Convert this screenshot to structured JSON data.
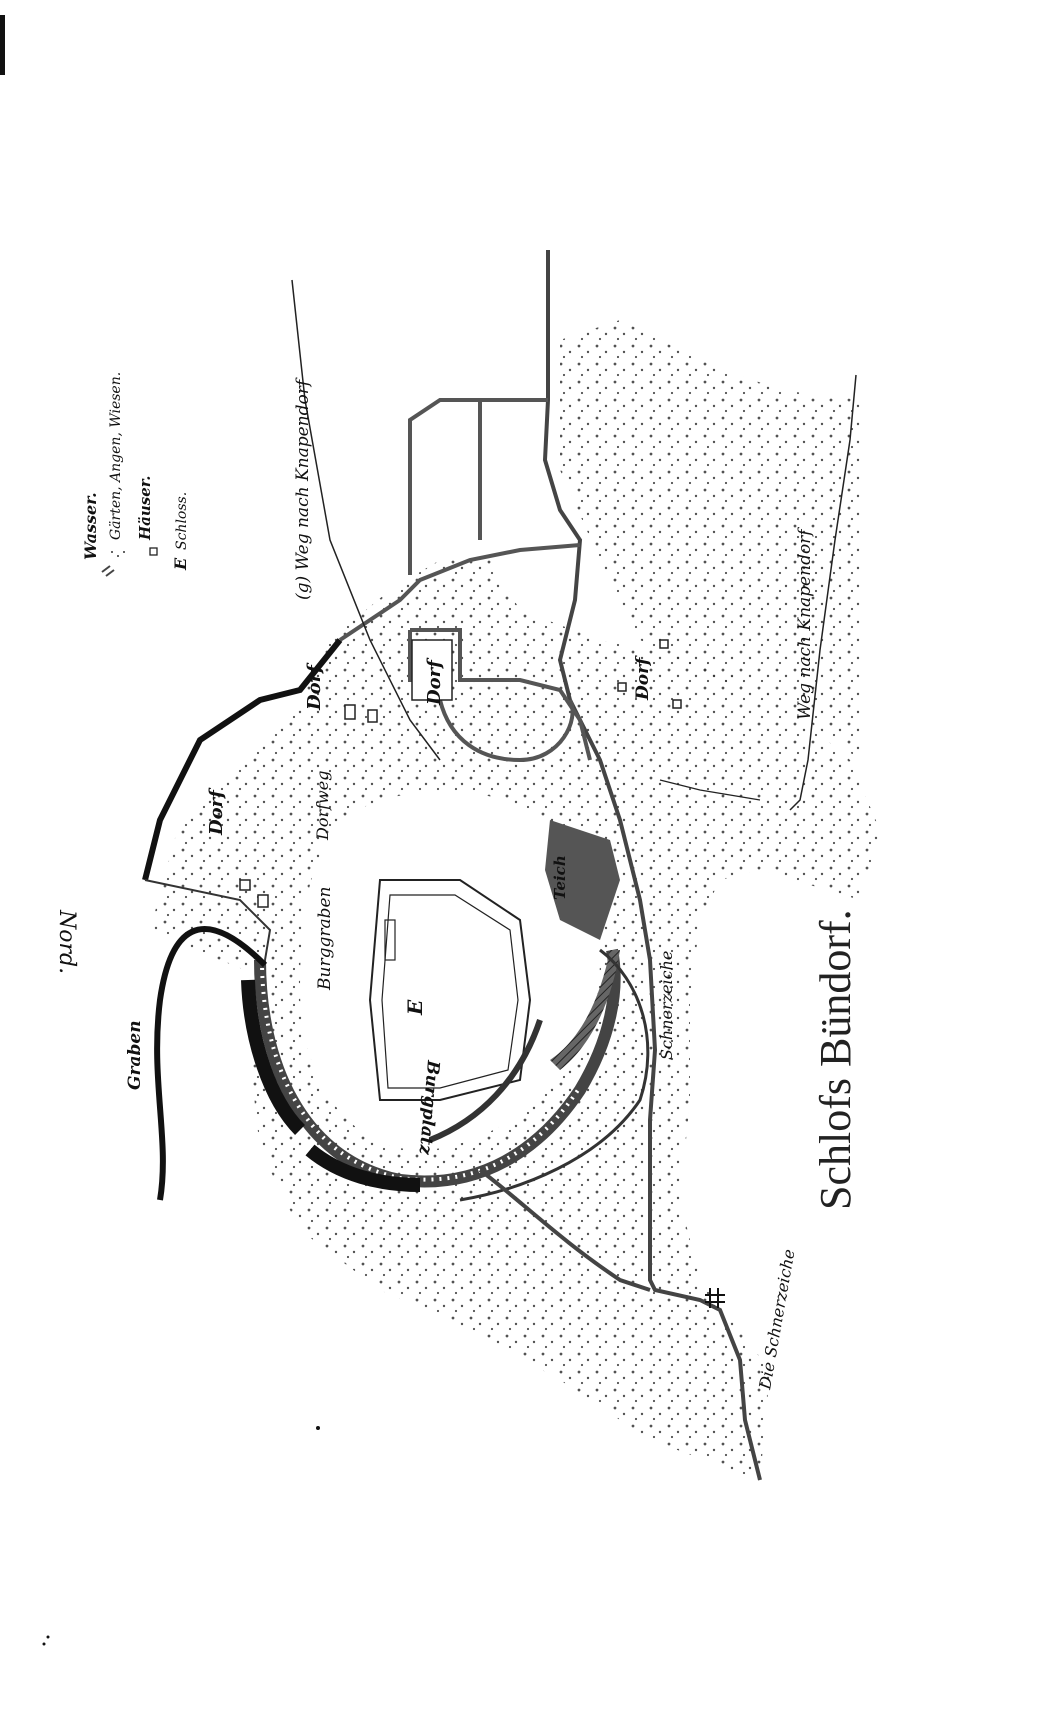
{
  "map": {
    "title": "Schlofs Bündorf.",
    "north": "Nord.",
    "legend": [
      {
        "symbol": "water",
        "label": "Wasser."
      },
      {
        "symbol": "dots",
        "label": "Gärten, Angen, Wiesen."
      },
      {
        "symbol": "house",
        "label": "Häuser."
      },
      {
        "symbol": "letter-E",
        "label": "Schloss."
      }
    ],
    "labels": {
      "graben": "Graben",
      "dorf": "Dorf",
      "dorfweg": "Dorfweg",
      "burggraben": "Burggraben",
      "schloss_letter": "E",
      "burgplatz": "Burgplatz",
      "teich": "Teich",
      "schnerzeiche": "Schnerzeiche",
      "schnerzeiche_river": "Die Schnerzeiche",
      "weg_knapendorf_upper": "(g) Weg nach Knapendorf",
      "weg_knapendorf_lower": "Weg nach Knapendorf"
    },
    "colors": {
      "ink": "#111111",
      "water": "#555555",
      "dots": "#333333",
      "paper": "#ffffff"
    }
  }
}
